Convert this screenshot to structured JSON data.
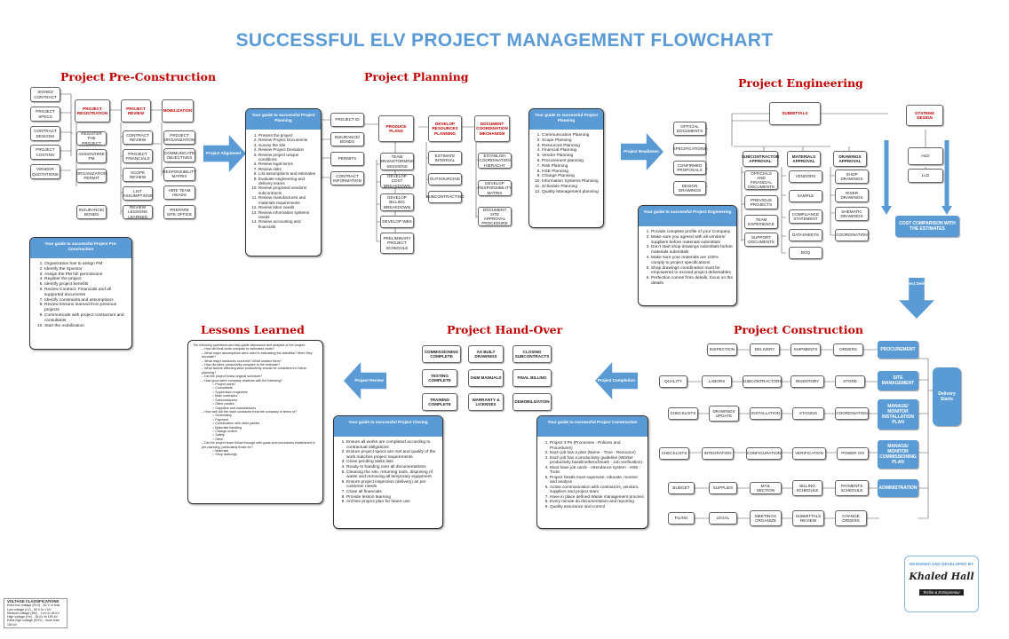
{
  "title": "SUCCESSFUL ELV PROJECT MANAGEMENT FLOWCHART",
  "sections": {
    "pre": "Project Pre-Construction",
    "planning": "Project Planning",
    "engineering": "Project Engineering",
    "construction": "Project Construction",
    "handover": "Project Hand-Over",
    "lessons": "Lessons Learned"
  },
  "pre": {
    "inputs": [
      "SIGNED CONTRACT",
      "PROJECT SPECS",
      "CONTRACT DESIGNS",
      "PROJECT COSTING",
      "VENDOR QUOTATIONS"
    ],
    "reg": "PROJECT REGISTRATION",
    "rev": "PROJECT REVIEW",
    "mob": "MOBILIZATION",
    "c1": [
      "REGISTER THE PROJECT",
      "ASSIGN/HIRE PM",
      "ORGANIZATION PERMIT"
    ],
    "c2": [
      "CONTRACT REVIEW",
      "PROJECT FINANCIALS",
      "SCOPE REVIEW",
      "LIST ASSUMPTIONS",
      "REVIEW LESSONS LEARNED"
    ],
    "c3": [
      "PROJECT ORGANIZATION",
      "COMMUNICATE OBJECTIVES",
      "RESPONSIBILITY MATRIX",
      "HIRE TEAM HEADS",
      "PREPARE SITE OFFICE"
    ],
    "ins": "INSURANCE/ BONDS",
    "guide_title": "Your guide to successful Project Pre-Construction",
    "guide": [
      "Organization has to assign PM",
      "Identify the Sponsor",
      "Assign the PM full permissions",
      "Register the project",
      "Identify project benefits",
      "Review Contract, Financials and all supported documents",
      "Identify constraints and assumptions",
      "Review lessons learned from previous projects",
      "Communicate with project contractors and consultants",
      "Start the mobilization"
    ]
  },
  "arrows": {
    "align": "Project Alignment",
    "ready": "Project Readiness",
    "delivery": "Project Delivery",
    "completion": "Project Completion",
    "review": "Project Review"
  },
  "planning": {
    "guide1_title": "Your guide to successful Project Planning",
    "guide1": [
      "Present the project",
      "Review Project Documents",
      "Survey the site",
      "Review Project Deviation",
      "Review project unique conditions",
      "Review legal terms",
      "Review risks",
      "List assumptions and estimates",
      "Evaluate engineering and delivery teams",
      "Review proposed vendors/ subcontracts",
      "Review manufactures and materials requirements",
      "Review labor needs",
      "Review information systems needs",
      "Review accounting and financials"
    ],
    "inputs": [
      "PROJECT ID",
      "INSURANCE/ BONDS",
      "PERMITS",
      "CONTRACT INFORMATION"
    ],
    "produce": "PRODUCE PLANS",
    "develop": "DEVELOP RESOURCES PLANNING",
    "document": "DOCUMENT COORDINATION MECHANISM",
    "p1": [
      "TEAM BRAINSTORMING SESSIONS",
      "DEVELOP COST BREAKDOWN",
      "DEVELOP BILLING BREAKDOWN",
      "DEVELOP WBS",
      "PRELIMINARY PROJECT SCHEDULE"
    ],
    "p2": [
      "ESTIMATE INTERNAL",
      "OUTSOURCING",
      "SUBCONTRACTING"
    ],
    "p3": [
      "ESTABLISH COORDINATION HIERACHY",
      "DEVELOP RESPONSIBILITY MATRIX",
      "DOCUMENT SITE APPROVAL PROCEDURE"
    ],
    "guide2_title": "Your guide to successful Project Planning",
    "guide2": [
      "Communication Planning",
      "Scope Planning",
      "Resources Planning",
      "Financial Planning",
      "Vendor Planning",
      "Procurement planning",
      "Risk Planning",
      "HSE Planning",
      "Change Planning",
      "Information Systems Planning",
      "Schedule Planning",
      "Quality Management planning"
    ]
  },
  "engineering": {
    "inputs": [
      "OFFICIAL DOCUMENTS",
      "SPECIFICATIONS",
      "CONFIRMED PROPOSALS",
      "DESIGN DRAWINGS"
    ],
    "submittals": "SUBMITTALS",
    "systems": "SYSTEMS DESIGN",
    "sub": "SUBCONTRACTOR APPROVAL",
    "mat": "MATERIALS APPROVAL",
    "drw": "DRAWINGS APPROVAL",
    "c1": [
      "OFFICIALS AND FINANCIAL DOCUMENTS",
      "PREVIOUS PROJECTS",
      "TEAM EXPERIENCE",
      "SUPPORT DOCUMENTS"
    ],
    "c2": [
      "VENDORS",
      "SAMPLE",
      "COMPLIANCE STATEMENT",
      "DATASHEETS",
      "BOQ"
    ],
    "c3": [
      "SHOP DRAWINGS",
      "RISER DRAWINGS",
      "SHEMATIC DRAWINGS",
      "COORDINATION"
    ],
    "hld": "HLD",
    "lld": "LLD",
    "cost": "COST COMPARISON WITH THE ESTIMATES",
    "guide_title": "Your guide to successful Project Engineering",
    "guide": [
      "Provide complete profile of your Company",
      "Make sure you agreed with all vendors/ suppliers before materials submittals",
      "Don't start shop drawings submittals before materials submittals",
      "Make sure your materials are 100% comply to project specifications",
      "Shop drawings coordination must be empowered to exceed project deliverables",
      "Perfection comes from details, focus on the details"
    ]
  },
  "construction": {
    "rows": [
      {
        "label": "PROCUREMENT",
        "items": [
          "INSPECTION",
          "DELIVERY",
          "SHIPMENTS",
          "ORDERS"
        ]
      },
      {
        "label": "SITE MANAGEMENT",
        "items": [
          "QUALITY",
          "LABORS",
          "SUBCONTRACTORS",
          "INVENTORY",
          "STORE"
        ]
      },
      {
        "label": "MANAGE/ MONITOR INSTALLATION PLAN",
        "items": [
          "CHECKLISTS",
          "DRAWINGS UPDATE",
          "INSTALLATION",
          "STAGING",
          "COORDINATION"
        ]
      },
      {
        "label": "MANAGE/ MONITOR COMMISSIONING PLAN",
        "items": [
          "CHECKLISTS",
          "INTEGRATION",
          "CONFIGURATION",
          "VERIFICATION",
          "POWER ON"
        ]
      },
      {
        "label": "ADMINISTRATION",
        "items": [
          "BUDGET",
          "SUPPLIES",
          "MAIL SECTION",
          "BILLING SCHEDULE",
          "PAYMENTS SCHEDULE"
        ]
      },
      {
        "label": "",
        "items": [
          "FILING",
          "LEGAL",
          "MEETINGS ORGANIZE",
          "SUBMITTALS REVIEW",
          "CHANGE ORDERS"
        ]
      }
    ],
    "delivery": "Delivery Starts",
    "guide_title": "Your guide to successful Project Construction",
    "guide": [
      "Project 3 Ps (Processes - Policies and Procedures)",
      "Each job has a plan (Name - Time - Resource)",
      "Each job has a productivity guideline (Worker productivity baseline/benchmark - Job verification)",
      "Must have job cards - Attendance system - HSE - Tools",
      "Project heads must supervise, educate, monitor and analyze",
      "Active communication with contractors, vendors, suppliers and project team",
      "Have in place defined Waste management process",
      "Every minute do documentation and reporting",
      "Quality assurance and control"
    ]
  },
  "handover": {
    "grid": [
      "COMMISSIONING COMPLETE",
      "AS BUILT DRAWINGS",
      "CLOSING SUBCONTRACTS",
      "TESTING COMPLETE",
      "O&M MANUALS",
      "FINAL BILLING",
      "TRAINING COMPLETE",
      "WARRANTY & LICENSES",
      "DEMOBILIZATION"
    ],
    "guide_title": "Your guide to successful Project Closing",
    "guide": [
      "Ensure all works are completed according to contractual obligations",
      "Ensure project specs are met and quality of the work matches project requirements",
      "Close pending tasks lists",
      "Ready to handing over all documentations",
      "Cleaning the site, returning tools, disposing of waste and removing all temporary equipment",
      "Ensure project inspection (delivery) as per customer needs",
      "Close all financials",
      "Provide lesson learning",
      "Archive project plan for future use"
    ]
  },
  "lessons": {
    "intro": "The following questions can help guide discussion and analysis of the project:",
    "items": [
      {
        "q": "How did final costs compare to estimated costs?",
        "s": []
      },
      {
        "q": "What major assumptions were used in estimating the activities? Were they accurate?",
        "s": []
      },
      {
        "q": "What major variances occurred? What caused them?",
        "s": []
      },
      {
        "q": "How did labor productivity compare to the estimate?",
        "s": []
      },
      {
        "q": "What factors affecting labor productivity should be considered in future planning?",
        "s": []
      },
      {
        "q": "Did the project follow original schedule?",
        "s": []
      },
      {
        "q": "How good were company relations with the following?",
        "s": [
          "Project owner",
          "Consultants",
          "Supervision engineers",
          "Main contractor",
          "Subcontractors",
          "Other parties",
          "Suppliers and manufactures"
        ]
      },
      {
        "q": "How well did the main contractor treat the company in terms of?",
        "s": [
          "Scheduling",
          "Payment",
          "Coordination with other parties",
          "Materials handling",
          "Change orders",
          "Safety",
          "Other"
        ]
      },
      {
        "q": "Did the project team follow through with goals and procedures established in pre-planning, particularly those for?",
        "s": [
          "Materials",
          "Shop drawings"
        ]
      }
    ]
  },
  "logo": {
    "designed": "DESIGNED AND DEVELOPED BY",
    "name": "Khaled Hall",
    "tag": "Techie & Entrepreneur"
  },
  "voltage": {
    "title": "VOLTAGE CLASSIFICATIONS",
    "items": [
      "Extra low voltage (ELV) - 50 V or less",
      "Low voltage (LV) - 50 V to 1 kV",
      "Medium voltage (MV) - 1 kV to 36 kV",
      "High voltage (HV) - 36 kV to 150 kV",
      "Extra high voltage (EHV) - more than 150 kV"
    ]
  }
}
